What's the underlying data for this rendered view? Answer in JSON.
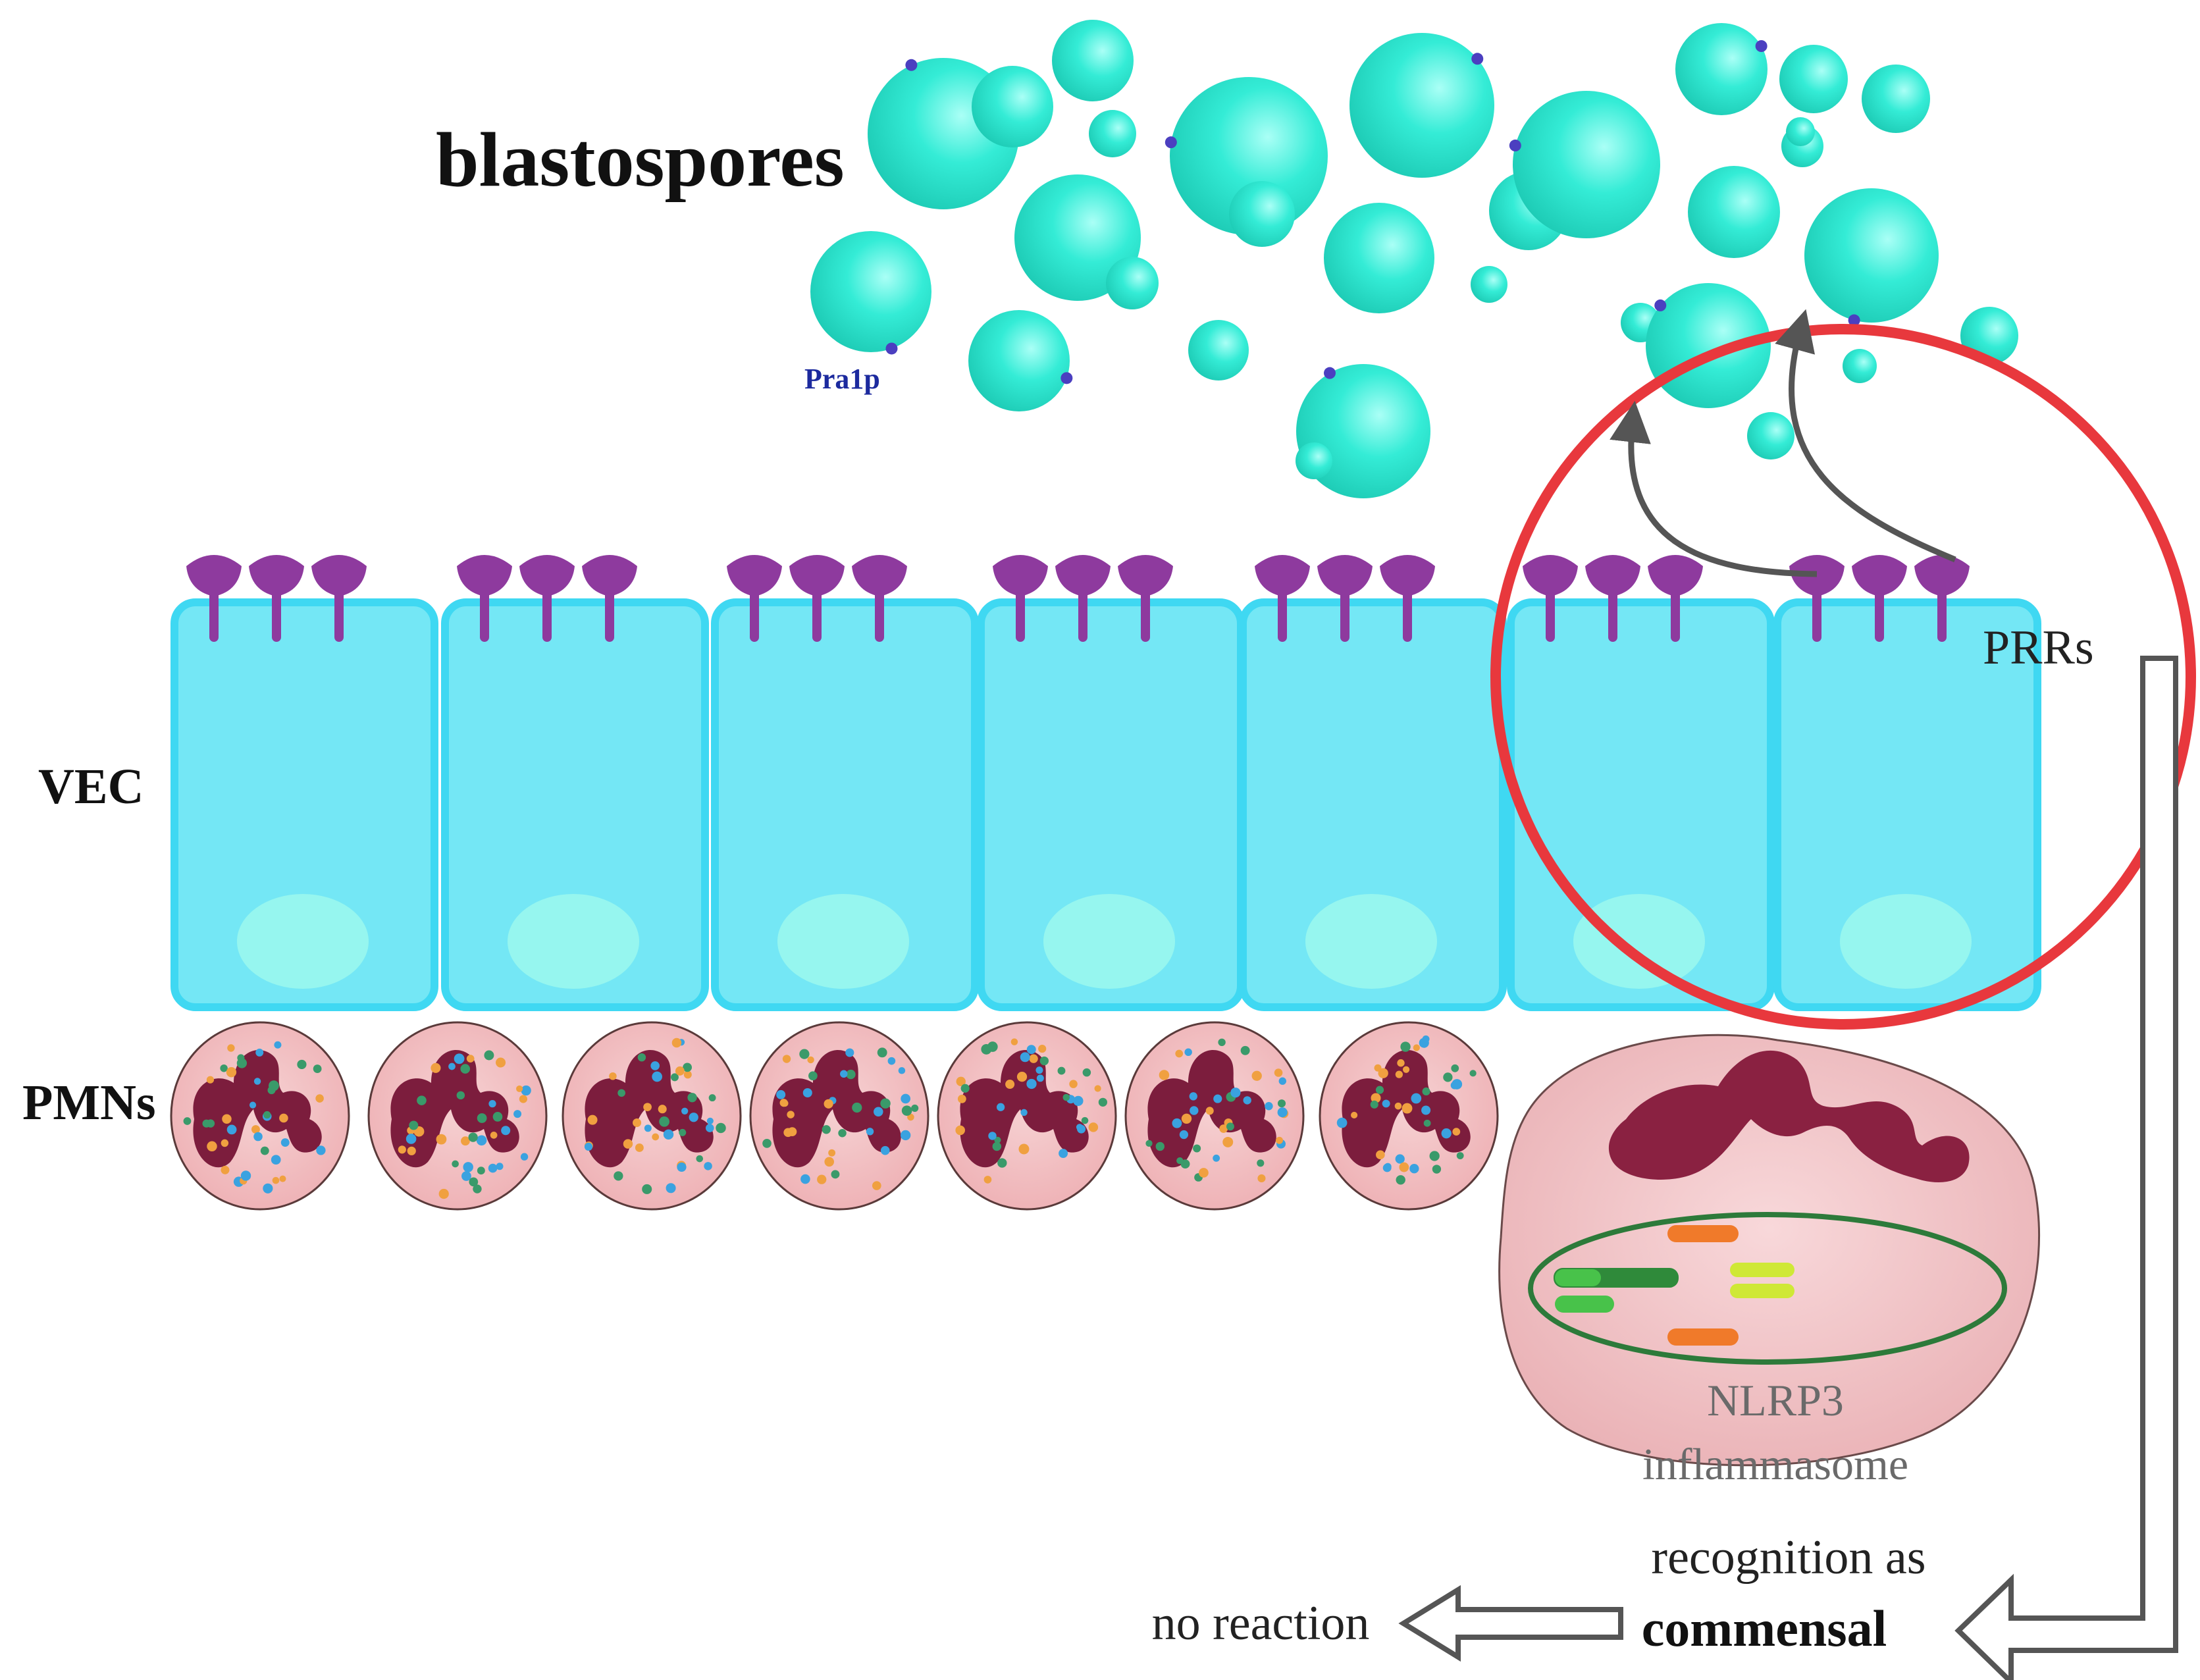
{
  "labels": {
    "blastospores": "blastospores",
    "pra1p": "Pra1p",
    "vec": "VEC",
    "pmns": "PMNs",
    "prrs": "PRRs",
    "nlrp3_line1": "NLRP3",
    "nlrp3_line2": "inflammasome",
    "recognition_line1": "recognition as",
    "recognition_line2": "commensal",
    "no_reaction": "no reaction"
  },
  "colors": {
    "spore": "#2fe6cf",
    "spore_highlight": "#9ffff3",
    "pra1p_dot": "#4b3fc0",
    "receptor": "#8e3a9e",
    "cell_fill": "#74e7f5",
    "cell_border": "#3fd8f2",
    "nucleus": "#96f6ef",
    "pmn_fill": "#f4c6c8",
    "pmn_nucleus": "#7c1d3d",
    "circle": "#e8383d",
    "inflammasome_ring": "#2d7a3a",
    "arrow": "#555555"
  }
}
